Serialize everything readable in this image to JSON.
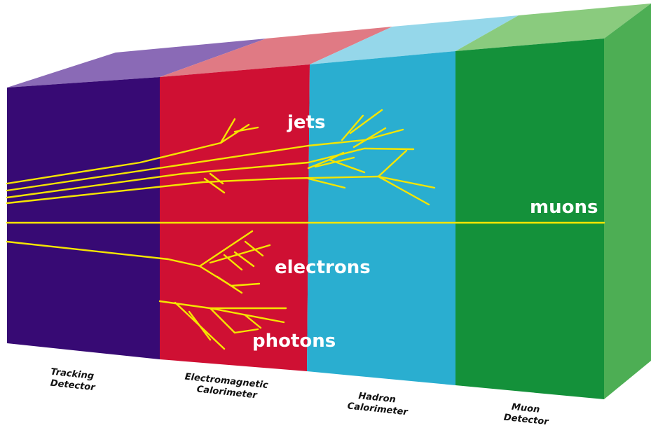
{
  "colors": {
    "tracking_front": "#370A74",
    "tracking_top": "#8A6AB6",
    "emcal_front": "#CF1033",
    "emcal_top": "#E07A84",
    "hadron_front": "#2AAED0",
    "hadron_top": "#95D7EA",
    "muon_front": "#14913A",
    "muon_top": "#8ACB7E",
    "muon_side": "#4DAE54",
    "track": "#F5E500"
  },
  "particles": {
    "jets": "jets",
    "muons": "muons",
    "electrons": "electrons",
    "photons": "photons"
  },
  "detectors": {
    "tracking": [
      "Tracking",
      "Detector"
    ],
    "emcal": [
      "Electromagnetic",
      "Calorimeter"
    ],
    "hadron": [
      "Hadron",
      "Calorimeter"
    ],
    "muon": [
      "Muon",
      "Detector"
    ]
  }
}
